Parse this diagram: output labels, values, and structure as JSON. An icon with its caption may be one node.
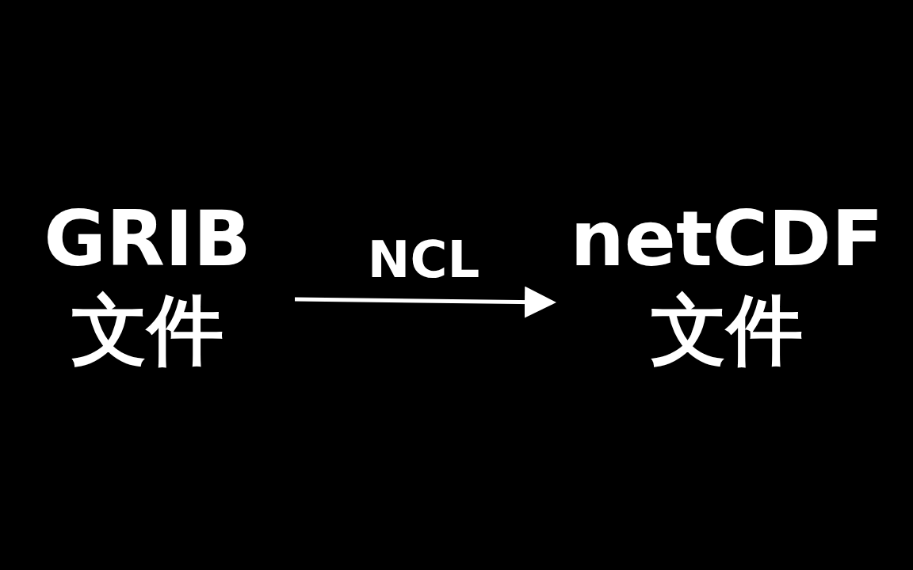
{
  "diagram": {
    "nodes": [
      {
        "text": [
          "GRIB 文件"
        ]
      },
      {
        "text": [
          "netCDF 文件"
        ]
      }
    ],
    "edges": [
      {
        "from": 0,
        "to": 1,
        "arrow": "to",
        "label": "NCL"
      }
    ]
  }
}
